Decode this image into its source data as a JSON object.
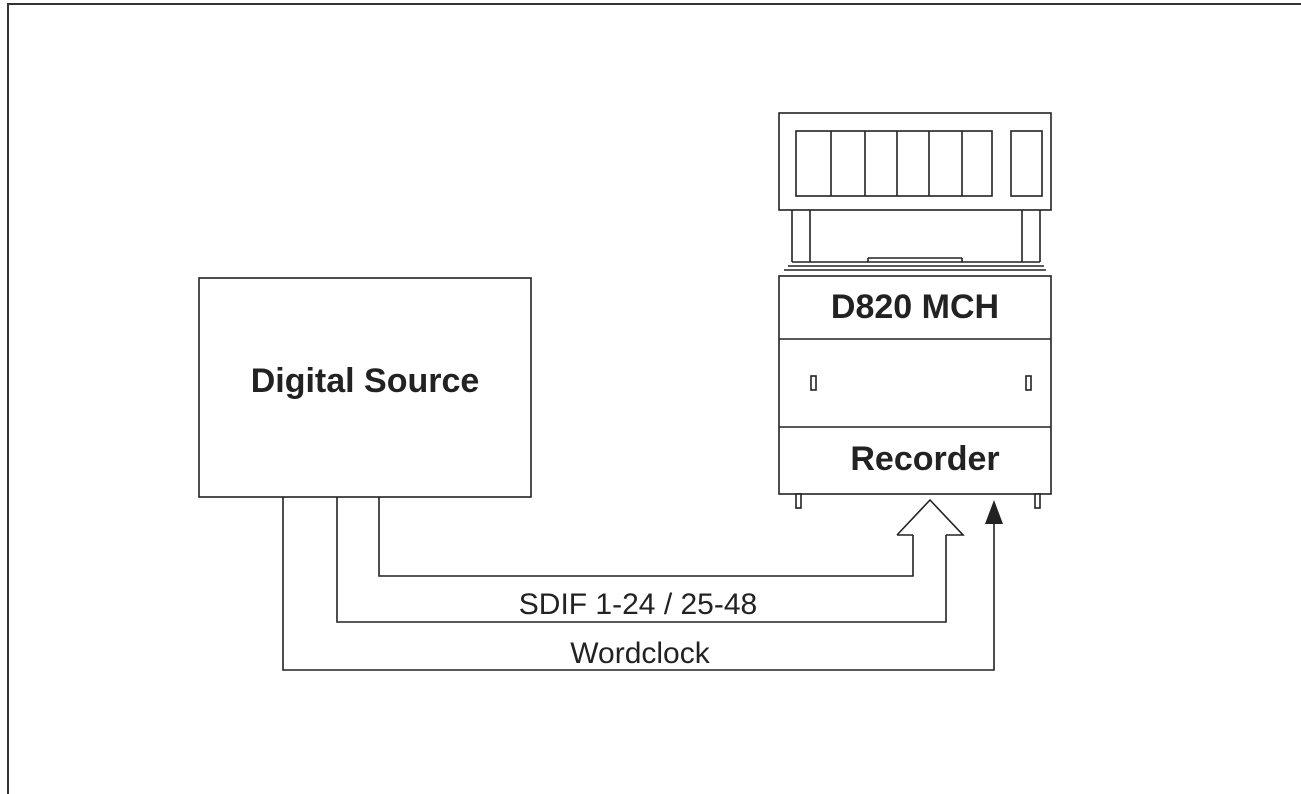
{
  "diagram": {
    "source_label": "Digital Source",
    "device_model": "D820 MCH",
    "device_label": "Recorder",
    "signal_sdif": "SDIF  1-24 / 25-48",
    "signal_wordclock": "Wordclock"
  }
}
